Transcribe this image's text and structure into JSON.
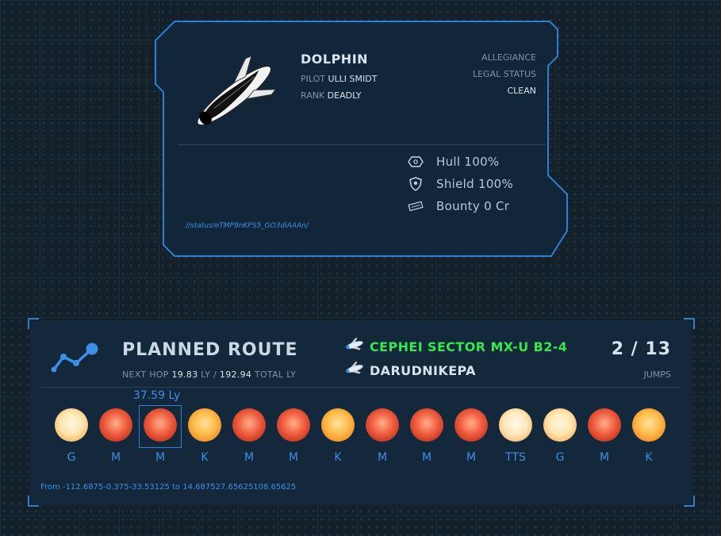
{
  "status": {
    "ship_name": "DOLPHIN",
    "pilot_label": "PILOT",
    "pilot_name": "ULLI SMIDT",
    "rank_label": "RANK",
    "rank_value": "DEADLY",
    "allegiance_label": "ALLEGIANCE",
    "legal_status_label": "LEGAL STATUS",
    "legal_status_value": "CLEAN",
    "stats": [
      {
        "icon": "hull-icon",
        "label": "Hull 100%"
      },
      {
        "icon": "shield-icon",
        "label": "Shield 100%"
      },
      {
        "icon": "bounty-icon",
        "label": "Bounty 0 Cr"
      }
    ],
    "link": "//status/eTMP9nKPS5_GO3diAAAn/"
  },
  "route": {
    "title": "PLANNED ROUTE",
    "next_hop_label": "NEXT HOP",
    "next_hop_value": "19.83",
    "ly_unit": "LY",
    "separator": "/",
    "total_value": "192.94",
    "total_label": "TOTAL LY",
    "destinations": [
      {
        "name": "CEPHEI SECTOR MX-U B2-4",
        "color": "#35e84b"
      },
      {
        "name": "DARUDNIKEPA",
        "color": "#d7e3ee"
      }
    ],
    "jumps_count": "2 / 13",
    "jumps_label": "JUMPS",
    "selected_hop_distance": "37.59 Ly",
    "selected_index": 2,
    "stars": [
      "G",
      "M",
      "M",
      "K",
      "M",
      "M",
      "K",
      "M",
      "M",
      "M",
      "TTS",
      "G",
      "M",
      "K"
    ],
    "from_text": "From -112.6875-0.375-33.53125 to 14.687527.65625108.65625"
  },
  "colors": {
    "accent_blue": "#3d8fe6",
    "destination_green": "#35e84b"
  }
}
